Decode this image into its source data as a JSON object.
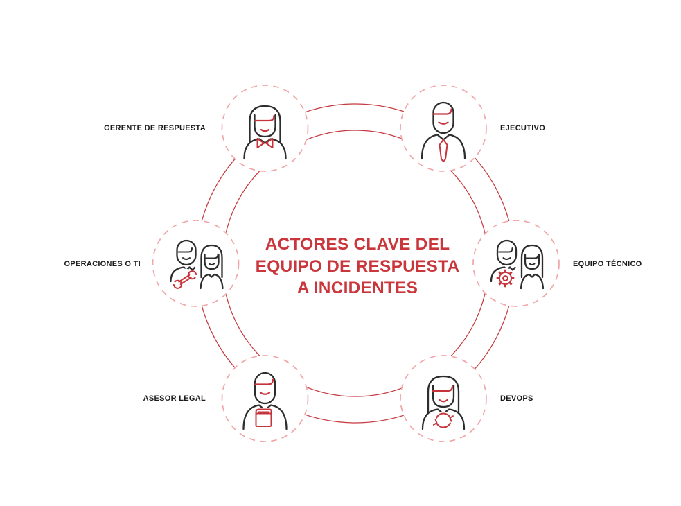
{
  "title": {
    "lines": [
      "ACTORES CLAVE DEL",
      "EQUIPO DE RESPUESTA",
      "A INCIDENTES"
    ]
  },
  "nodes": [
    {
      "label": "GERENTE DE RESPUESTA",
      "icon": "woman-bow-icon",
      "position": "top-left"
    },
    {
      "label": "EJECUTIVO",
      "icon": "man-tie-icon",
      "position": "top-right"
    },
    {
      "label": "EQUIPO TÉCNICO",
      "icon": "two-people-gear-icon",
      "position": "right"
    },
    {
      "label": "DEVOPS",
      "icon": "woman-sync-icon",
      "position": "bottom-right"
    },
    {
      "label": "ASESOR LEGAL",
      "icon": "man-book-icon",
      "position": "bottom-left"
    },
    {
      "label": "OPERACIONES O TI",
      "icon": "two-people-wrench-icon",
      "position": "left"
    }
  ],
  "colors": {
    "accent_red": "#c5343a",
    "title_red": "#c9363c",
    "ring_red": "#c5383e",
    "dashed_circle_pink": "#f0a6a8",
    "icon_dark": "#2d2d2d",
    "label_dark": "#1a1a1a",
    "background": "#ffffff"
  }
}
